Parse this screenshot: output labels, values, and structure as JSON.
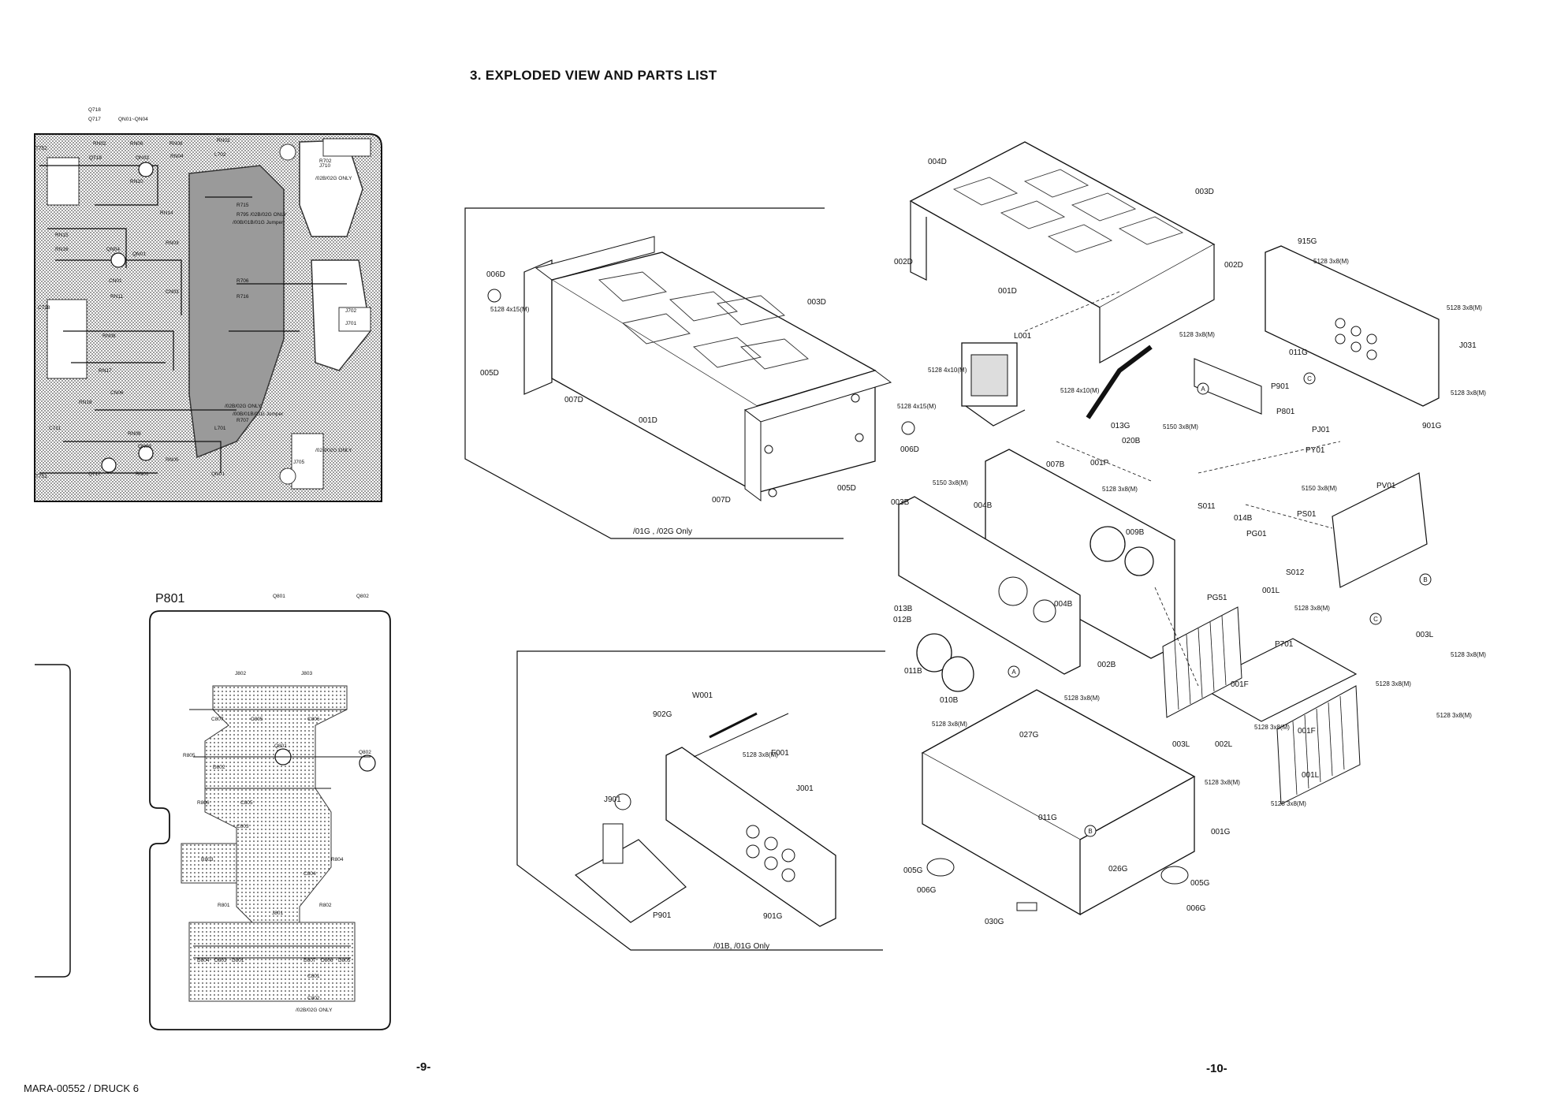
{
  "title": "3. EXPLODED VIEW AND PARTS LIST",
  "footer": {
    "doc_id": "MARA-00552 / DRUCK 6",
    "page_left": "-9-",
    "page_right": "-10-"
  },
  "pcb_top": {
    "header_labels": [
      "Q718",
      "Q717",
      "QN01~QN04"
    ],
    "components": [
      "T752",
      "RN02",
      "RN06",
      "RN08",
      "RN02",
      "R702",
      "Q719",
      "QN02",
      "RN04",
      "L702",
      "RN10",
      "R715",
      "RN14",
      "RN15",
      "RN16",
      "QN04",
      "QN01",
      "RN03",
      "CN01",
      "RN11",
      "C728",
      "CN03",
      "R706",
      "R716",
      "RN08",
      "RN17",
      "CN06",
      "RN18",
      "C711",
      "RN09",
      "QN03",
      "RN05",
      "RN01",
      "QN01",
      "Q717",
      "L701",
      "R707",
      "T751",
      "J710",
      "J702",
      "J701",
      "J705"
    ],
    "notes": [
      "/02B/02G ONLY",
      "R795 /02B/02G ONLY",
      "/00B/01B/01G Jumper",
      "/02B/02G ONLY",
      "/00B/01B/01G Jumper",
      "/02B/02G ONLY"
    ]
  },
  "pcb_p801": {
    "title": "P801",
    "header_labels": [
      "Q801",
      "Q802"
    ],
    "components": [
      "J802",
      "J803",
      "C807",
      "C805",
      "C806",
      "R805",
      "R806",
      "Q801",
      "Q802",
      "D802",
      "C805",
      "C803",
      "R803",
      "R804",
      "R801",
      "R802",
      "J801",
      "C801",
      "C802",
      "C804",
      "D804",
      "D803",
      "D801",
      "D807",
      "D806",
      "D805"
    ],
    "note": "/02B/02G ONLY"
  },
  "inset_top": {
    "parts": [
      "006D",
      "5128 4x15(M)",
      "005D",
      "007D",
      "003D",
      "001D",
      "5128 4x15(M)",
      "006D",
      "007D",
      "005D"
    ],
    "caption": "/01G , /02G Only"
  },
  "inset_bottom": {
    "parts": [
      "W001",
      "902G",
      "5128 3x8(M)",
      "F001",
      "J001",
      "J901",
      "P901",
      "901G"
    ],
    "caption": "/01B, /01G Only"
  },
  "main_parts": [
    "004D",
    "003D",
    "002D",
    "001D",
    "002D",
    "915G",
    "5128 3x8(M)",
    "5128 3x8(M)",
    "J031",
    "5128 3x8(M)",
    "L001",
    "5128 4x10(M)",
    "5128 4x10(M)",
    "5128 3x8(M)",
    "011G",
    "P901",
    "P801",
    "013G",
    "5150 3x8(M)",
    "020B",
    "001P",
    "PJ01",
    "PY01",
    "901G",
    "007B",
    "5150 3x8(M)",
    "5128 3x8(M)",
    "5150 3x8(M)",
    "PV01",
    "003B",
    "004B",
    "S011",
    "014B",
    "PS01",
    "009B",
    "PG01",
    "S012",
    "PG51",
    "013B",
    "012B",
    "004B",
    "001L",
    "5128 3x8(M)",
    "003L",
    "5128 3x8(M)",
    "011B",
    "010B",
    "002B",
    "P701",
    "001F",
    "5128 3x8(M)",
    "5128 3x8(M)",
    "5128 3x8(M)",
    "5128 3x8(M)",
    "001F",
    "027G",
    "003L",
    "002L",
    "001L",
    "5128 3x8(M)",
    "5128 3x8(M)",
    "5128 3x8(M)",
    "011G",
    "001G",
    "026G",
    "005G",
    "006G",
    "005G",
    "006G",
    "030G"
  ],
  "callouts": [
    "A",
    "B",
    "C",
    "A",
    "B",
    "C"
  ]
}
